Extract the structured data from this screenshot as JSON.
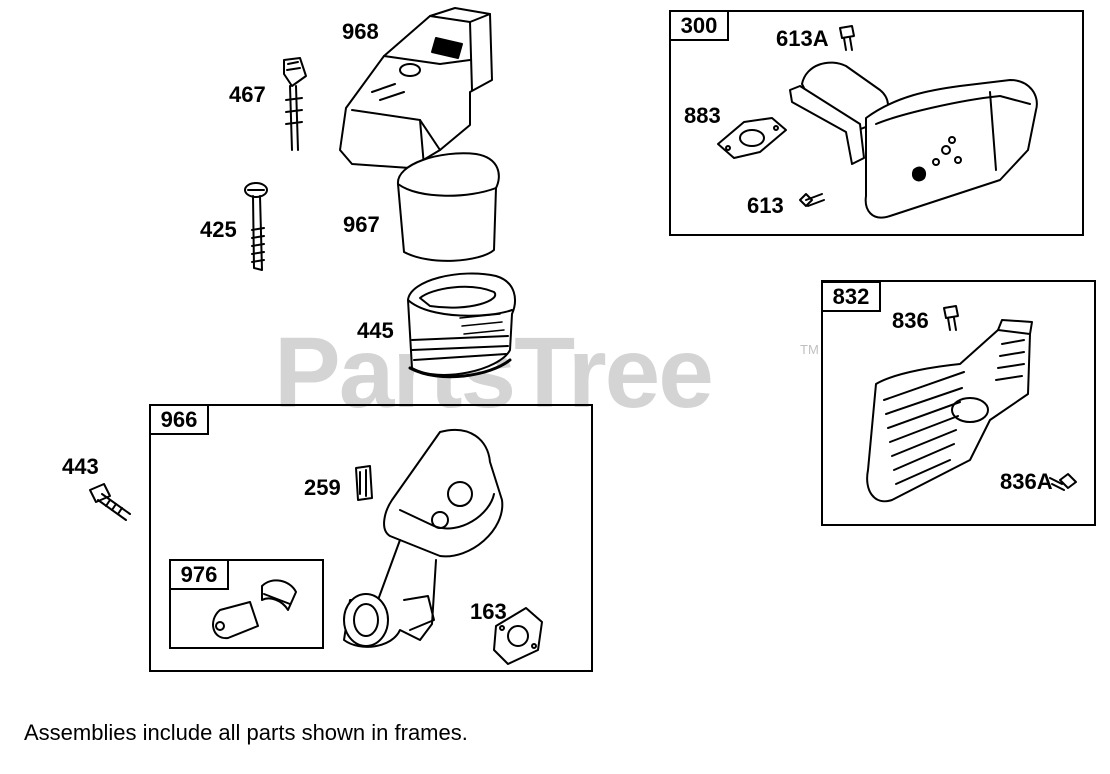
{
  "watermark": "PartsTree",
  "watermark_tm": "TM",
  "note": "Assemblies include all parts shown in frames.",
  "parts": {
    "p968": "968",
    "p467": "467",
    "p425": "425",
    "p967": "967",
    "p445": "445",
    "p443": "443",
    "p259": "259",
    "p163": "163",
    "p613A": "613A",
    "p883": "883",
    "p613": "613",
    "p836": "836",
    "p836A": "836A"
  },
  "assemblies": {
    "a300": "300",
    "a832": "832",
    "a966": "966",
    "a976": "976"
  }
}
